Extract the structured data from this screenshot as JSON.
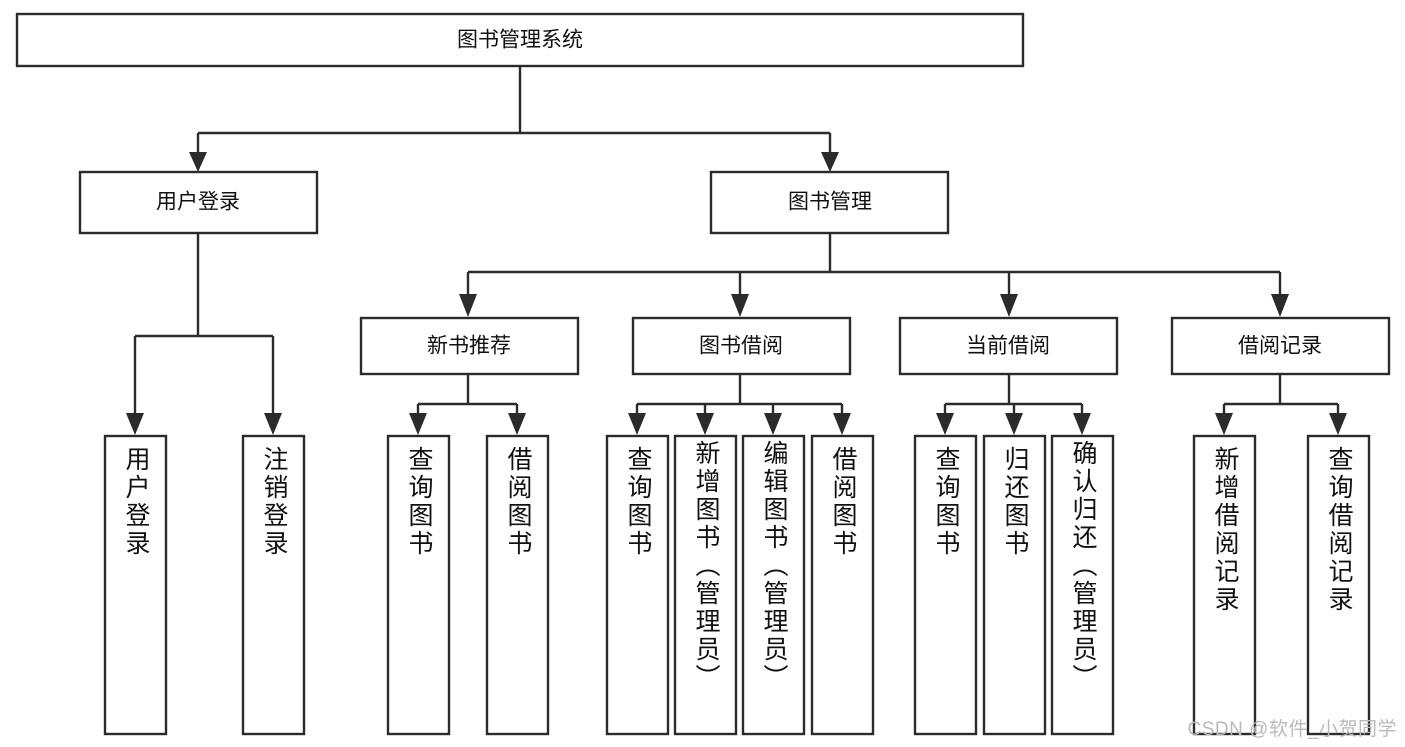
{
  "diagram": {
    "title": "图书管理系统",
    "type": "hierarchy-tree",
    "root": {
      "id": "root",
      "label": "图书管理系统",
      "orientation": "horizontal"
    },
    "level2": [
      {
        "id": "user-login",
        "label": "用户登录",
        "orientation": "horizontal"
      },
      {
        "id": "book-manage",
        "label": "图书管理",
        "orientation": "horizontal"
      }
    ],
    "level3": [
      {
        "id": "new-book-recommend",
        "label": "新书推荐",
        "orientation": "horizontal",
        "parent": "book-manage"
      },
      {
        "id": "book-borrow",
        "label": "图书借阅",
        "orientation": "horizontal",
        "parent": "book-manage"
      },
      {
        "id": "current-borrow",
        "label": "当前借阅",
        "orientation": "horizontal",
        "parent": "book-manage"
      },
      {
        "id": "borrow-record",
        "label": "借阅记录",
        "orientation": "horizontal",
        "parent": "book-manage"
      }
    ],
    "leaves": [
      {
        "id": "leaf-user-login",
        "label": "用户登录",
        "orientation": "vertical",
        "parent": "user-login"
      },
      {
        "id": "leaf-logout",
        "label": "注销登录",
        "orientation": "vertical",
        "parent": "user-login"
      },
      {
        "id": "leaf-query-book-1",
        "label": "查询图书",
        "orientation": "vertical",
        "parent": "new-book-recommend"
      },
      {
        "id": "leaf-borrow-book-1",
        "label": "借阅图书",
        "orientation": "vertical",
        "parent": "new-book-recommend"
      },
      {
        "id": "leaf-query-book-2",
        "label": "查询图书",
        "orientation": "vertical",
        "parent": "book-borrow"
      },
      {
        "id": "leaf-add-book",
        "label": "新增图书（管理员）",
        "orientation": "vertical",
        "parent": "book-borrow"
      },
      {
        "id": "leaf-edit-book",
        "label": "编辑图书（管理员）",
        "orientation": "vertical",
        "parent": "book-borrow"
      },
      {
        "id": "leaf-borrow-book-2",
        "label": "借阅图书",
        "orientation": "vertical",
        "parent": "book-borrow"
      },
      {
        "id": "leaf-query-book-3",
        "label": "查询图书",
        "orientation": "vertical",
        "parent": "current-borrow"
      },
      {
        "id": "leaf-return-book",
        "label": "归还图书",
        "orientation": "vertical",
        "parent": "current-borrow"
      },
      {
        "id": "leaf-confirm-return",
        "label": "确认归还（管理员）",
        "orientation": "vertical",
        "parent": "current-borrow"
      },
      {
        "id": "leaf-add-record",
        "label": "新增借阅记录",
        "orientation": "vertical",
        "parent": "borrow-record"
      },
      {
        "id": "leaf-query-record",
        "label": "查询借阅记录",
        "orientation": "vertical",
        "parent": "borrow-record"
      }
    ]
  },
  "watermark": {
    "text": "CSDN @软件_小贺同学"
  },
  "colors": {
    "stroke": "#2b2b2b",
    "fill": "#ffffff",
    "text": "#111111",
    "watermark": "#b9b9b9"
  }
}
